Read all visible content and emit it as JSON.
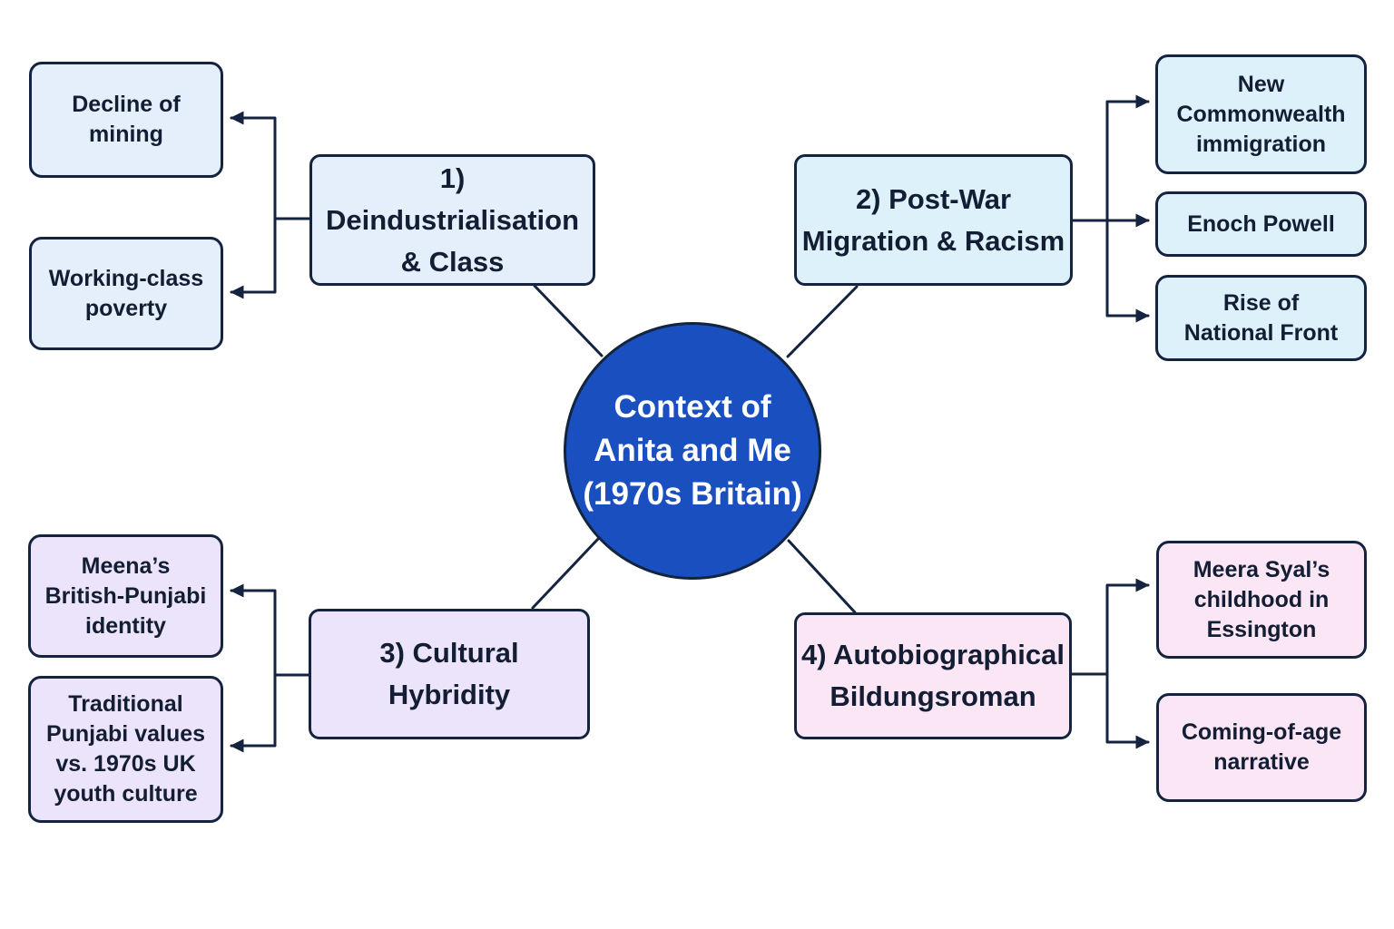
{
  "center": {
    "label": "Context of\nAnita and Me\n(1970s Britain)"
  },
  "branches": [
    {
      "label": "1) Deindustrialisation\n& Class",
      "children": [
        "Decline of\nmining",
        "Working-class\npoverty"
      ]
    },
    {
      "label": "2) Post-War\nMigration & Racism",
      "children": [
        "New\nCommonwealth\nimmigration",
        "Enoch Powell",
        "Rise of\nNational Front"
      ]
    },
    {
      "label": "3)  Cultural\nHybridity",
      "children": [
        "Meena’s\nBritish-Punjabi\nidentity",
        "Traditional\nPunjabi values\nvs. 1970s UK\nyouth culture"
      ]
    },
    {
      "label": "4)  Autobiographical\nBildungsroman",
      "children": [
        "Meera Syal’s\nchildhood in\nEssington",
        "Coming-of-age\nnarrative"
      ]
    }
  ],
  "colors": {
    "center_fill": "#1a4fbf",
    "deindustrialisation_fill": "#e4effb",
    "migration_fill": "#ddf1fb",
    "hybridity_fill": "#ece4fb",
    "bildungsroman_fill": "#fbe6f6",
    "line": "#14233f"
  }
}
